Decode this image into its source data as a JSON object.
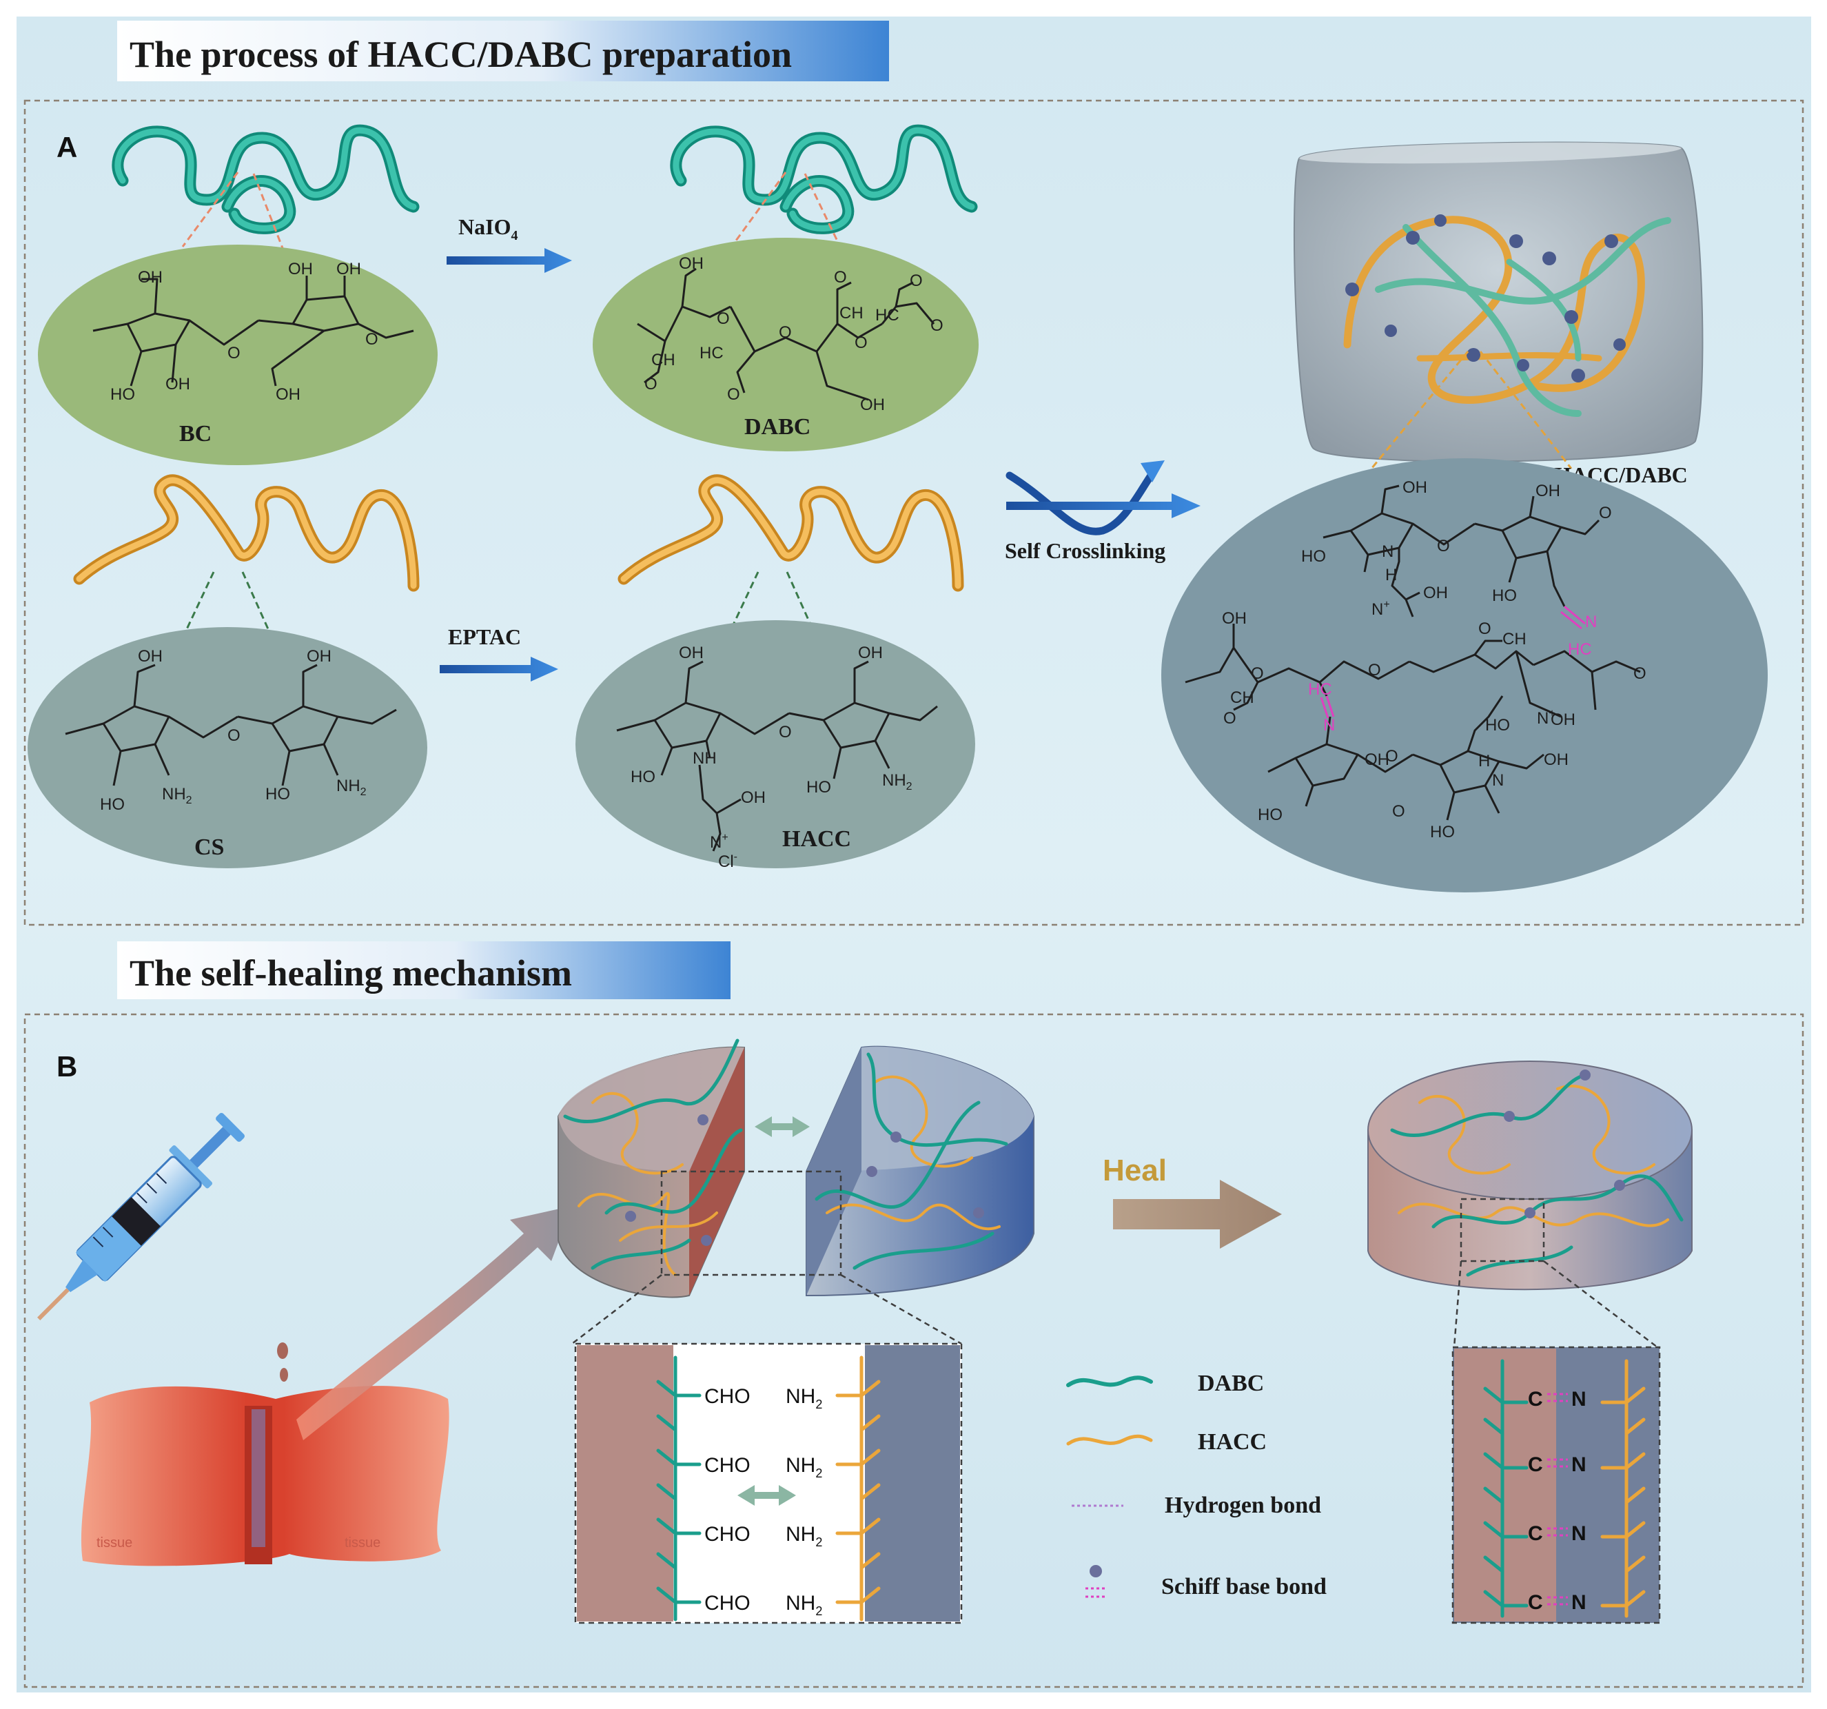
{
  "sections": {
    "a_title": "The process of HACC/DABC preparation",
    "b_title": "The self-healing mechanism"
  },
  "panel_a": {
    "letter": "A",
    "bc": "BC",
    "dabc": "DABC",
    "cs": "CS",
    "hacc": "HACC",
    "hacc_dabc": "HACC/DABC",
    "reagent_1": "NaIO",
    "reagent_1_sub": "4",
    "reagent_2": "EPTAC",
    "crosslink": "Self Crosslinking",
    "groups": {
      "oh": "OH",
      "ho": "HO",
      "nh2": "NH",
      "nh2_sub": "2",
      "ch": "CH",
      "hc": "HC",
      "o": "O",
      "n": "N",
      "h": "H",
      "nplus": "N",
      "plus": "+",
      "cl": "Cl",
      "minus": "-",
      "eq": "="
    }
  },
  "panel_b": {
    "letter": "B",
    "tissue_left": "tissue",
    "tissue_right": "tissue",
    "heal": "Heal",
    "cho": "CHO",
    "nh2": "NH",
    "nh2_sub": "2",
    "c": "C",
    "n": "N",
    "legend": {
      "dabc": "DABC",
      "hacc": "HACC",
      "hydrogen": "Hydrogen bond",
      "schiff": "Schiff base bond"
    }
  },
  "colors": {
    "dabc_chain": "#1a9e8c",
    "hacc_chain": "#eba63a",
    "green_ellipse": "#9ab97a",
    "gray_ellipse": "#8ea7a5",
    "big_ellipse": "#7f99a5",
    "arrow_blue": "#2a6fc0",
    "schiff_pink": "#e040c0",
    "heal_arrow": "#a58d78",
    "tissue": "#ef7a5f",
    "gel_red": "#c08a82",
    "gel_blue": "#6f7e9e",
    "band_blue": "#4d8fd6"
  }
}
